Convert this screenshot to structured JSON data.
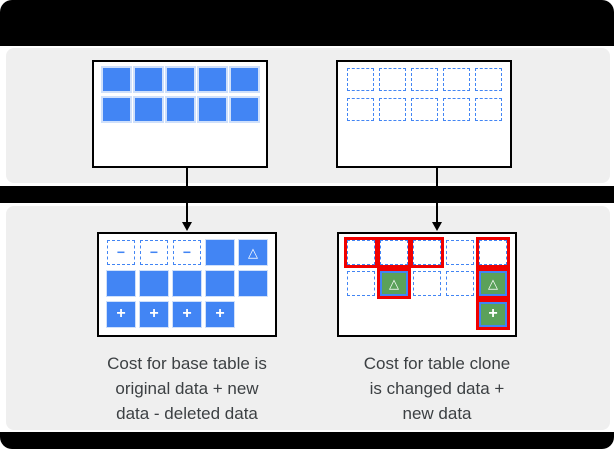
{
  "colors": {
    "blue": "#4285F4",
    "blue_light": "#CFE0FB",
    "green": "#5BA15A",
    "red": "#F00000",
    "panel_gray": "#EFEFEF",
    "bar_black": "#000000",
    "box_border": "#000000",
    "text": "#3C4043"
  },
  "symbols": {
    "minus": "−",
    "delta": "△",
    "plus": "+"
  },
  "boxes": {
    "top_left": {
      "rows": [
        [
          "solid",
          "solid",
          "solid",
          "solid",
          "solid"
        ],
        [
          "solid",
          "solid",
          "solid",
          "solid",
          "solid"
        ]
      ]
    },
    "top_right": {
      "rows": [
        [
          "dashed",
          "dashed",
          "dashed",
          "dashed",
          "dashed"
        ],
        [
          "dashed",
          "dashed",
          "dashed",
          "dashed",
          "dashed"
        ]
      ]
    },
    "bottom_left": {
      "rows": [
        [
          "dashed_minus",
          "dashed_minus",
          "dashed_minus",
          "solid",
          "solid_delta"
        ],
        [
          "solid",
          "solid",
          "solid",
          "solid",
          "solid"
        ],
        [
          "solid_plus",
          "solid_plus",
          "solid_plus",
          "solid_plus",
          "empty"
        ]
      ]
    },
    "bottom_right": {
      "rows": [
        [
          "dashed_red",
          "dashed_red",
          "dashed_red",
          "dashed",
          "dashed_red"
        ],
        [
          "dashed",
          "green_delta_red",
          "dashed",
          "dashed",
          "green_delta_red"
        ],
        [
          "empty",
          "empty",
          "empty",
          "empty",
          "green_plus_red"
        ]
      ]
    }
  },
  "captions": {
    "left": {
      "line1": "Cost for base table is",
      "line2": "original data + new",
      "line3": "data - deleted data"
    },
    "right": {
      "line1": "Cost for table clone",
      "line2": "is changed data +",
      "line3": "new data"
    }
  }
}
